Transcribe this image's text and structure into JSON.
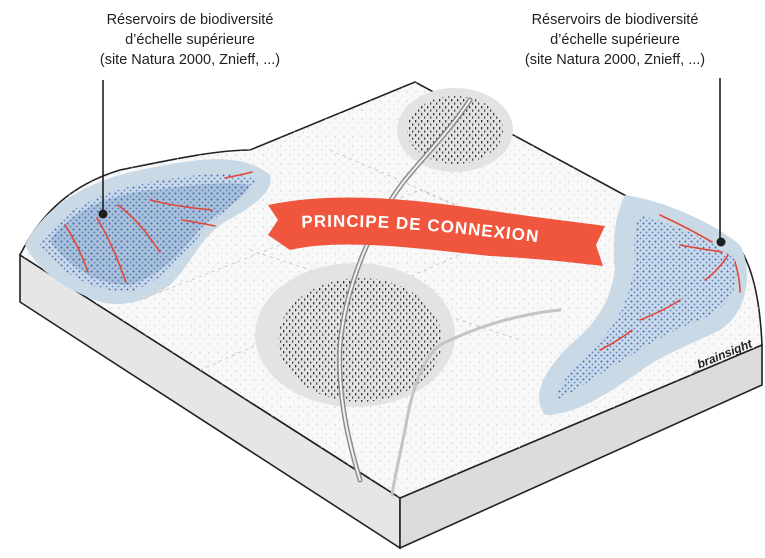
{
  "labels": {
    "left": {
      "line1": "Réservoirs de biodiversité",
      "line2": "d’échelle supérieure",
      "line3": "(site Natura 2000, Znieff, ...)"
    },
    "right": {
      "line1": "Réservoirs de biodiversité",
      "line2": "d’échelle supérieure",
      "line3": "(site Natura 2000, Znieff, ...)"
    }
  },
  "banner": {
    "text": "PRINCIPE DE CONNEXION"
  },
  "brand": {
    "text": "_brainsight"
  },
  "colors": {
    "banner": "#f0553e",
    "reservoir": "#c9d9e6",
    "dots_blue": "#2f55b8",
    "corridor": "#e2473a",
    "forest": "#dcdcdc",
    "road": "#9a9a9a",
    "terrain": "#f7f7f7",
    "side": "#e4e4e4"
  }
}
